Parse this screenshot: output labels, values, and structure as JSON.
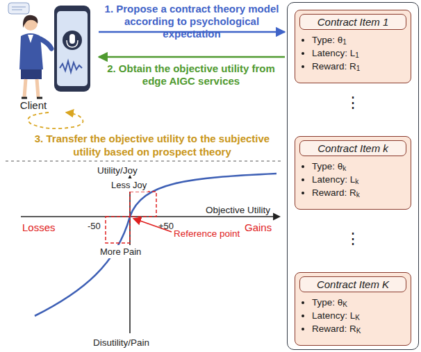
{
  "diagram": {
    "nodes": [
      {
        "text": [
          "Client"
        ]
      },
      {
        "text": [
          "⋮",
          "⋮"
        ]
      },
      {
        "text": [
          "Contract Item 1",
          "Type: θ1",
          "Latency: L1",
          "Reward: R1"
        ],
        "in": 1
      },
      {
        "text": [
          "Contract Item k",
          "Type: θk",
          "Latency: Lk",
          "Reward: Rk"
        ],
        "in": 1
      },
      {
        "text": [
          "Contract Item K",
          "Type: θK",
          "Latency: LK",
          "Reward: RK"
        ],
        "in": 1
      }
    ],
    "edges": [
      {
        "from": 0,
        "to": 1,
        "arrow": "to",
        "label": "1. Propose a contract theory model according to psychological expectation"
      },
      {
        "from": 1,
        "to": 0,
        "arrow": "to",
        "label": "2. Obtain the objective utility from edge AIGC services"
      }
    ],
    "labels": [
      "3. Transfer the objective utility to the subjective utility based on prospect theory",
      "Utility/Joy",
      "Objective Utility",
      "Losses",
      "Gains",
      "-50",
      "+50",
      "Less Joy",
      "More Pain",
      "Reference point",
      "Disutility/Pain"
    ]
  }
}
